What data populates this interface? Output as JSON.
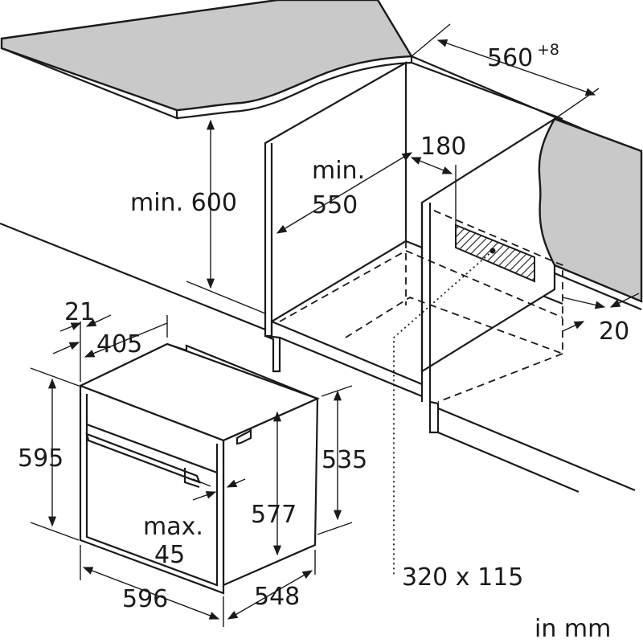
{
  "diagram": {
    "units_note": "in mm",
    "niche_dimensions": {
      "width": "560",
      "width_tolerance": "+8",
      "min_height_label": "min. 600",
      "min_depth_line1": "min.",
      "min_depth_line2": "550",
      "rear_gap": "180",
      "side_offset": "20",
      "vent_opening": "320 x 115"
    },
    "appliance_dimensions": {
      "front_thickness": "21",
      "handle_offset": "405",
      "height_front": "595",
      "height_body": "535",
      "height_inner": "577",
      "handle_max_line1": "max.",
      "handle_max_line2": "45",
      "width": "596",
      "depth": "548"
    }
  }
}
